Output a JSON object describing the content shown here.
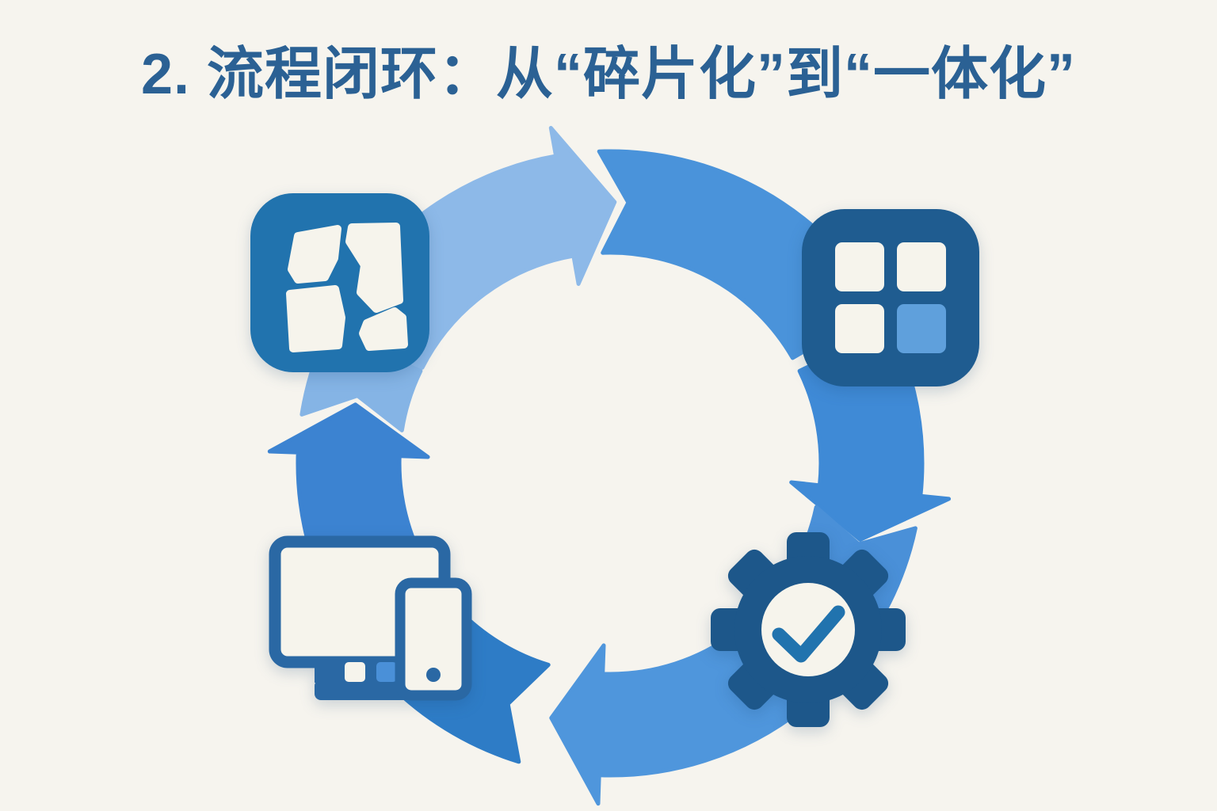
{
  "title": "2. 流程闭环：从“碎片化”到“一体化”",
  "cycle": {
    "direction": "clockwise",
    "nodes": [
      {
        "id": "fragmented",
        "icon": "cracked-square-icon",
        "position": "top-left"
      },
      {
        "id": "modules",
        "icon": "grid-modules-icon",
        "position": "top-right"
      },
      {
        "id": "process-check",
        "icon": "gear-check-icon",
        "position": "bottom-right"
      },
      {
        "id": "devices",
        "icon": "monitor-phone-icon",
        "position": "bottom-left"
      }
    ]
  },
  "colors": {
    "background": "#f6f4ee",
    "title_text": "#2b6194",
    "surface_cream": "#f6f4ec",
    "icon_primary": "#2173ae",
    "icon_dark_navy": "#1f5c90",
    "gear_body": "#1d578a",
    "device_stroke": "#2a68a4",
    "grid_highlight": "#5fa0dc",
    "arrows": {
      "top_light": "#8db9e8",
      "top_right": "#4a93da",
      "right_down": "#3f8ad6",
      "right_lower": "#4a90d8",
      "bottom": "#4f96dc",
      "bottom_left": "#2e7cc6",
      "left_up": "#3c83d1",
      "left_upper": "#85b4e5"
    }
  }
}
